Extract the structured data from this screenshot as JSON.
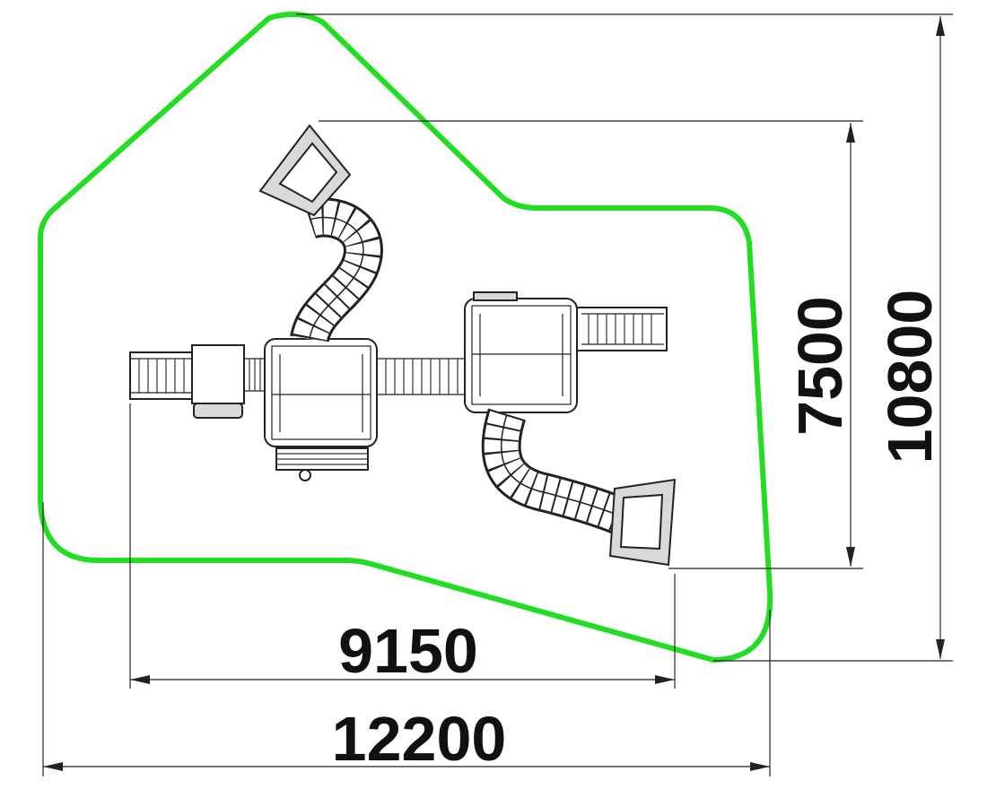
{
  "colors": {
    "safety_zone": "#22dd22",
    "line": "#222222",
    "text": "#111111",
    "background": "#ffffff"
  },
  "dimensions": {
    "overall_width": "12200",
    "overall_height": "10800",
    "equipment_width": "9150",
    "equipment_height": "7500"
  }
}
